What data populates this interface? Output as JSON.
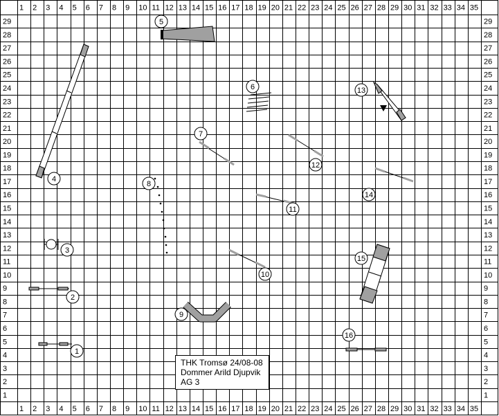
{
  "course": {
    "columns": [
      "1",
      "2",
      "3",
      "4",
      "5",
      "6",
      "7",
      "8",
      "9",
      "10",
      "11",
      "12",
      "13",
      "14",
      "15",
      "16",
      "17",
      "18",
      "19",
      "20",
      "21",
      "22",
      "23",
      "24",
      "25",
      "26",
      "27",
      "28",
      "29",
      "30",
      "31",
      "32",
      "33",
      "34",
      "35"
    ],
    "rows": [
      "29",
      "28",
      "27",
      "26",
      "25",
      "24",
      "23",
      "22",
      "21",
      "20",
      "19",
      "18",
      "17",
      "16",
      "15",
      "14",
      "13",
      "12",
      "11",
      "10",
      "9",
      "8",
      "7",
      "6",
      "5",
      "4",
      "3",
      "2",
      "1"
    ],
    "obstacle_labels": [
      "1",
      "2",
      "3",
      "4",
      "5",
      "6",
      "7",
      "8",
      "9",
      "10",
      "11",
      "12",
      "13",
      "14",
      "15",
      "16"
    ],
    "info": {
      "line1": "THK  Tromsø 24/08-08",
      "line2": "Dommer Arild Djupvik",
      "line3": "AG 3"
    },
    "colors": {
      "grid": "#000000",
      "equipment": "#a0a0a0",
      "label_fill": "#ffffff"
    }
  }
}
